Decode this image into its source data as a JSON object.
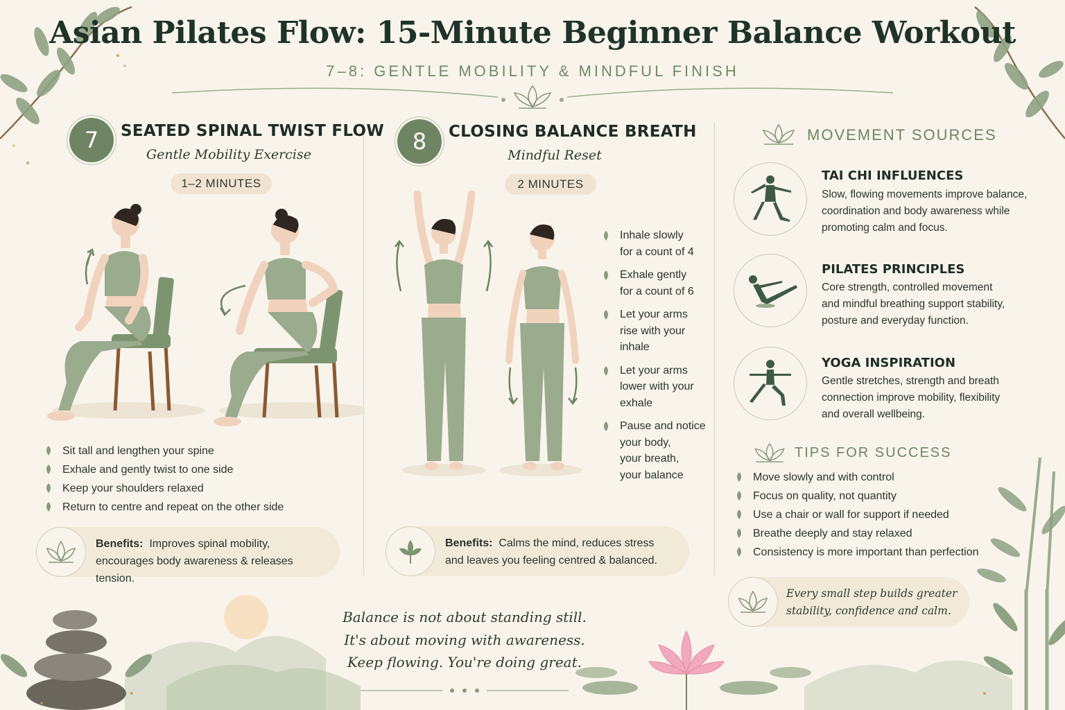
{
  "header": {
    "title": "Asian Pilates Flow: 15-Minute Beginner Balance Workout",
    "subtitle": "7–8: GENTLE MOBILITY & MINDFUL FINISH"
  },
  "exercise_7": {
    "number": "7",
    "title": "SEATED SPINAL TWIST FLOW",
    "subtitle": "Gentle Mobility Exercise",
    "duration": "1–2 MINUTES",
    "steps": [
      "Sit tall and lengthen your spine",
      "Exhale and gently twist to one side",
      "Keep your shoulders relaxed",
      "Return to centre and repeat on the other side"
    ],
    "benefits_label": "Benefits:",
    "benefits_text_1": "Improves spinal mobility,",
    "benefits_text_2": "encourages body awareness & releases tension."
  },
  "exercise_8": {
    "number": "8",
    "title": "CLOSING BALANCE BREATH",
    "subtitle": "Mindful Reset",
    "duration": "2 MINUTES",
    "steps": [
      [
        "Inhale slowly",
        "for a count of 4"
      ],
      [
        "Exhale gently",
        "for a count of 6"
      ],
      [
        "Let your arms",
        "rise with your",
        "inhale"
      ],
      [
        "Let your arms",
        "lower with your",
        "exhale"
      ],
      [
        "Pause and notice",
        "your body,",
        "your breath,",
        "your balance"
      ]
    ],
    "benefits_label": "Benefits:",
    "benefits_text_1": "Calms the mind, reduces stress",
    "benefits_text_2": "and leaves you feeling centred & balanced."
  },
  "movement_sources": {
    "heading": "MOVEMENT SOURCES",
    "items": [
      {
        "title": "TAI CHI INFLUENCES",
        "lines": [
          "Slow, flowing movements improve balance,",
          "coordination and body awareness while",
          "promoting calm and focus."
        ]
      },
      {
        "title": "PILATES PRINCIPLES",
        "lines": [
          "Core strength, controlled movement",
          "and mindful breathing support stability,",
          "posture and everyday function."
        ]
      },
      {
        "title": "YOGA INSPIRATION",
        "lines": [
          "Gentle stretches, strength and breath",
          "connection improve mobility, flexibility",
          "and overall wellbeing."
        ]
      }
    ]
  },
  "tips": {
    "heading": "TIPS FOR SUCCESS",
    "items": [
      "Move slowly and with control",
      "Focus on quality, not quantity",
      "Use a chair or wall for support if needed",
      "Breathe deeply and stay relaxed",
      "Consistency is more important than perfection"
    ],
    "quote_1": "Every small step builds greater",
    "quote_2": "stability, confidence and calm."
  },
  "closing_quote": {
    "line1": "Balance is not about standing still.",
    "line2": "It's about moving with awareness.",
    "line3": "Keep flowing. You're doing great."
  },
  "colors": {
    "background": "#f8f4ec",
    "sage": "#6f8463",
    "sage_light": "#9aab8e",
    "title_dark": "#1f3328",
    "pill": "#f1e3d2",
    "lotus_pink": "#f2a9bd",
    "gold": "#d9a54a"
  },
  "icons": [
    "lotus-icon",
    "leaf-bullet-icon",
    "three-leaf-icon",
    "tai-chi-figure-icon",
    "pilates-figure-icon",
    "yoga-figure-icon"
  ]
}
